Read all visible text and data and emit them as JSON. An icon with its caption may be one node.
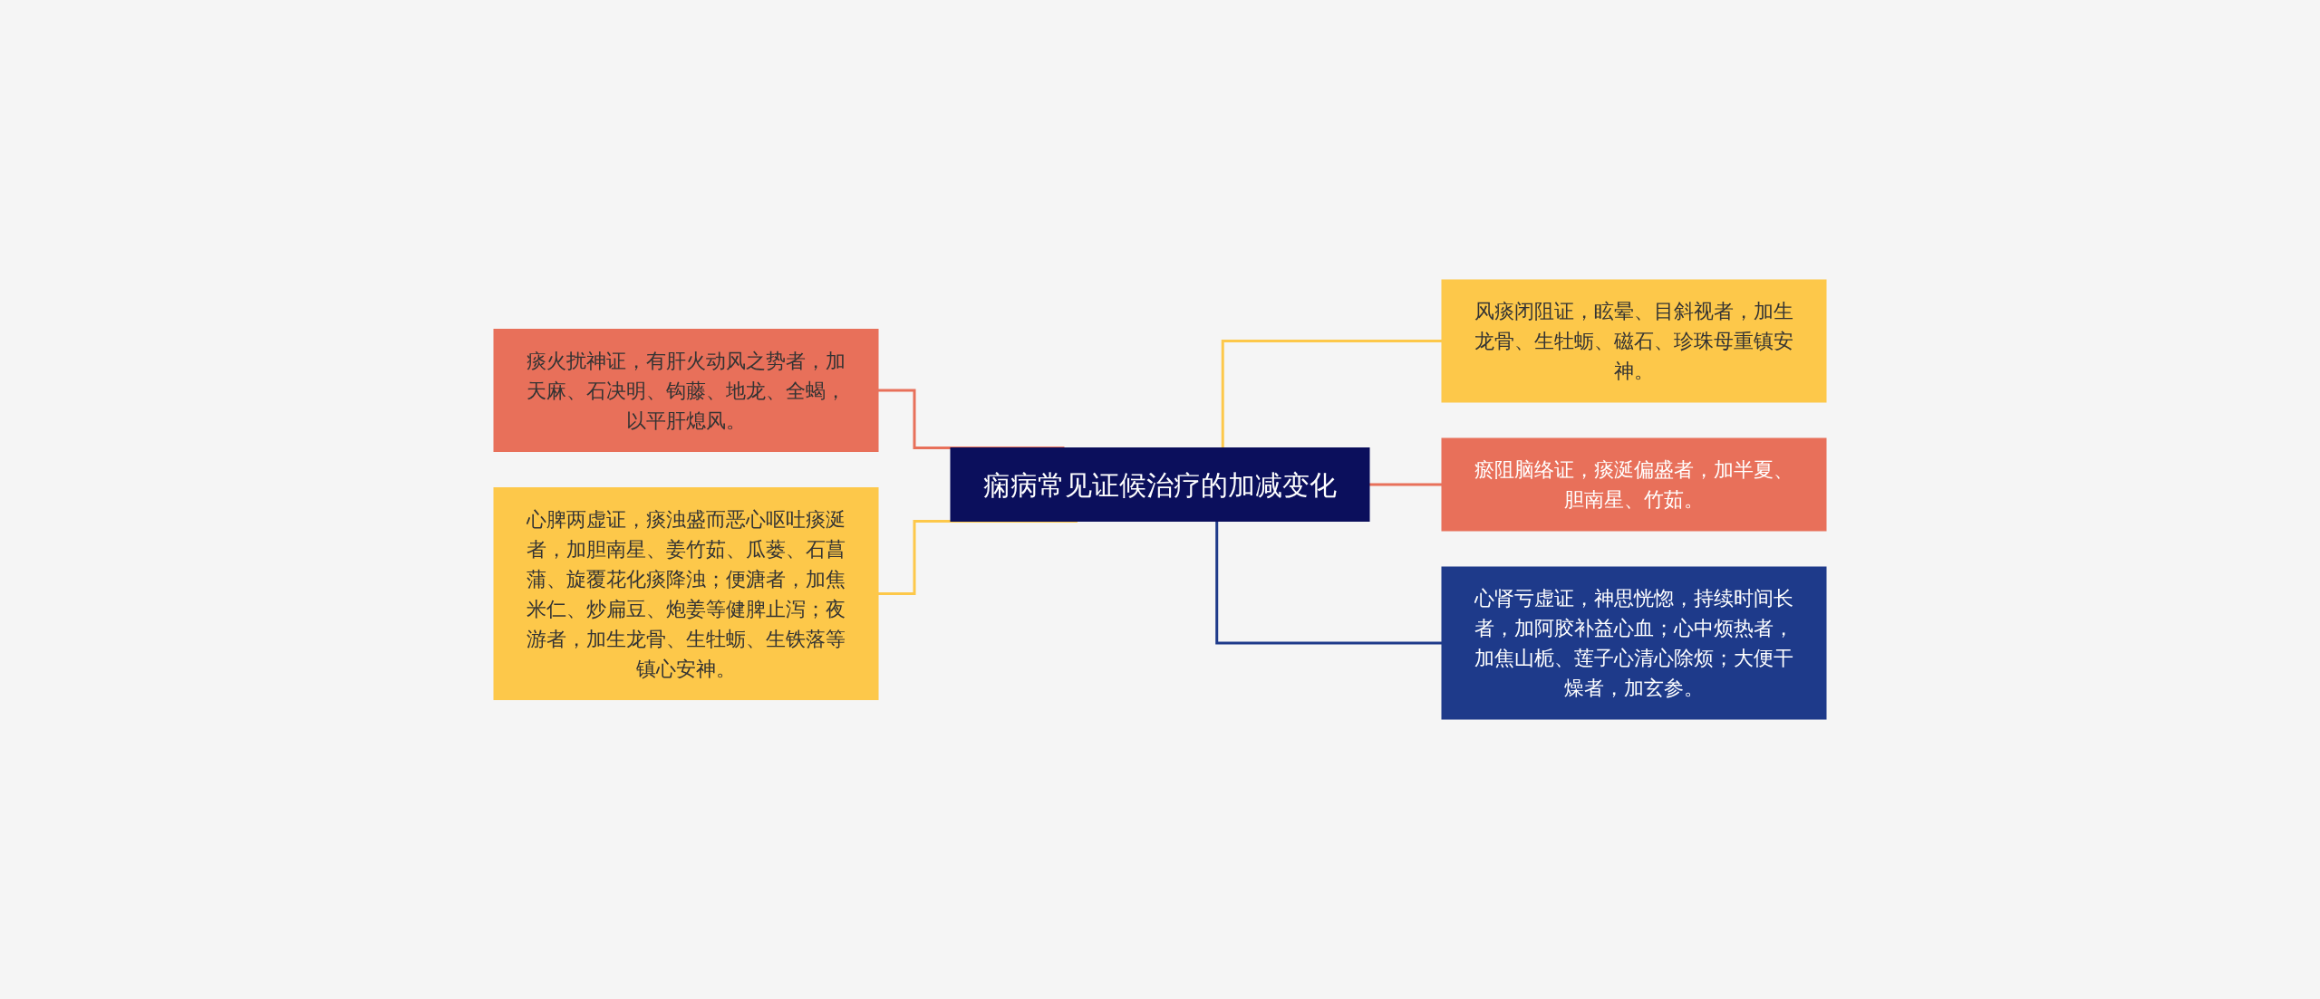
{
  "diagram": {
    "nodes": [
      {
        "text": [
          "痫病常见证候治疗的加减变化"
        ]
      },
      {
        "text": [
          "痰火扰神证，有肝火动风之势者，加天麻、石决明、钩藤、地龙、全蝎，以平肝熄风。"
        ]
      },
      {
        "text": [
          "心脾两虚证，痰浊盛而恶心呕吐痰涎者，加胆南星、姜竹茹、瓜蒌、石菖蒲、旋覆花化痰降浊；便溏者，加焦米仁、炒扁豆、炮姜等健脾止泻；夜游者，加生龙骨、生牡蛎、生铁落等镇心安神。"
        ]
      },
      {
        "text": [
          "风痰闭阻证，眩晕、目斜视者，加生龙骨、生牡蛎、磁石、珍珠母重镇安神。"
        ]
      },
      {
        "text": [
          "瘀阻脑络证，痰涎偏盛者，加半夏、胆南星、竹茹。"
        ]
      },
      {
        "text": [
          "心肾亏虚证，神思恍惚，持续时间长者，加阿胶补益心血；心中烦热者，加焦山栀、莲子心清心除烦；大便干燥者，加玄参。"
        ]
      }
    ],
    "edges": [
      {
        "from": 0,
        "to": 1,
        "arrow": "none",
        "color": "#e8705a"
      },
      {
        "from": 0,
        "to": 2,
        "arrow": "none",
        "color": "#fdc84a"
      },
      {
        "from": 0,
        "to": 3,
        "arrow": "none",
        "color": "#fdc84a"
      },
      {
        "from": 0,
        "to": 4,
        "arrow": "none",
        "color": "#e8705a"
      },
      {
        "from": 0,
        "to": 5,
        "arrow": "none",
        "color": "#1e3a8a"
      }
    ]
  }
}
